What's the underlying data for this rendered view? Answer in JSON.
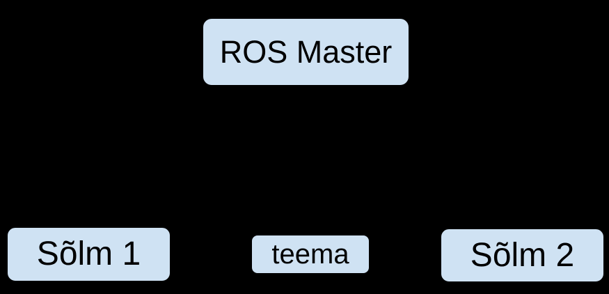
{
  "diagram": {
    "background_color": "#000000",
    "node_fill_color": "#cfe2f3",
    "node_text_color": "#000000",
    "nodes": [
      {
        "id": "ros-master",
        "label": "ROS Master"
      },
      {
        "id": "solm-1",
        "label": "Sõlm 1"
      },
      {
        "id": "teema",
        "label": "teema"
      },
      {
        "id": "solm-2",
        "label": "Sõlm 2"
      }
    ]
  }
}
